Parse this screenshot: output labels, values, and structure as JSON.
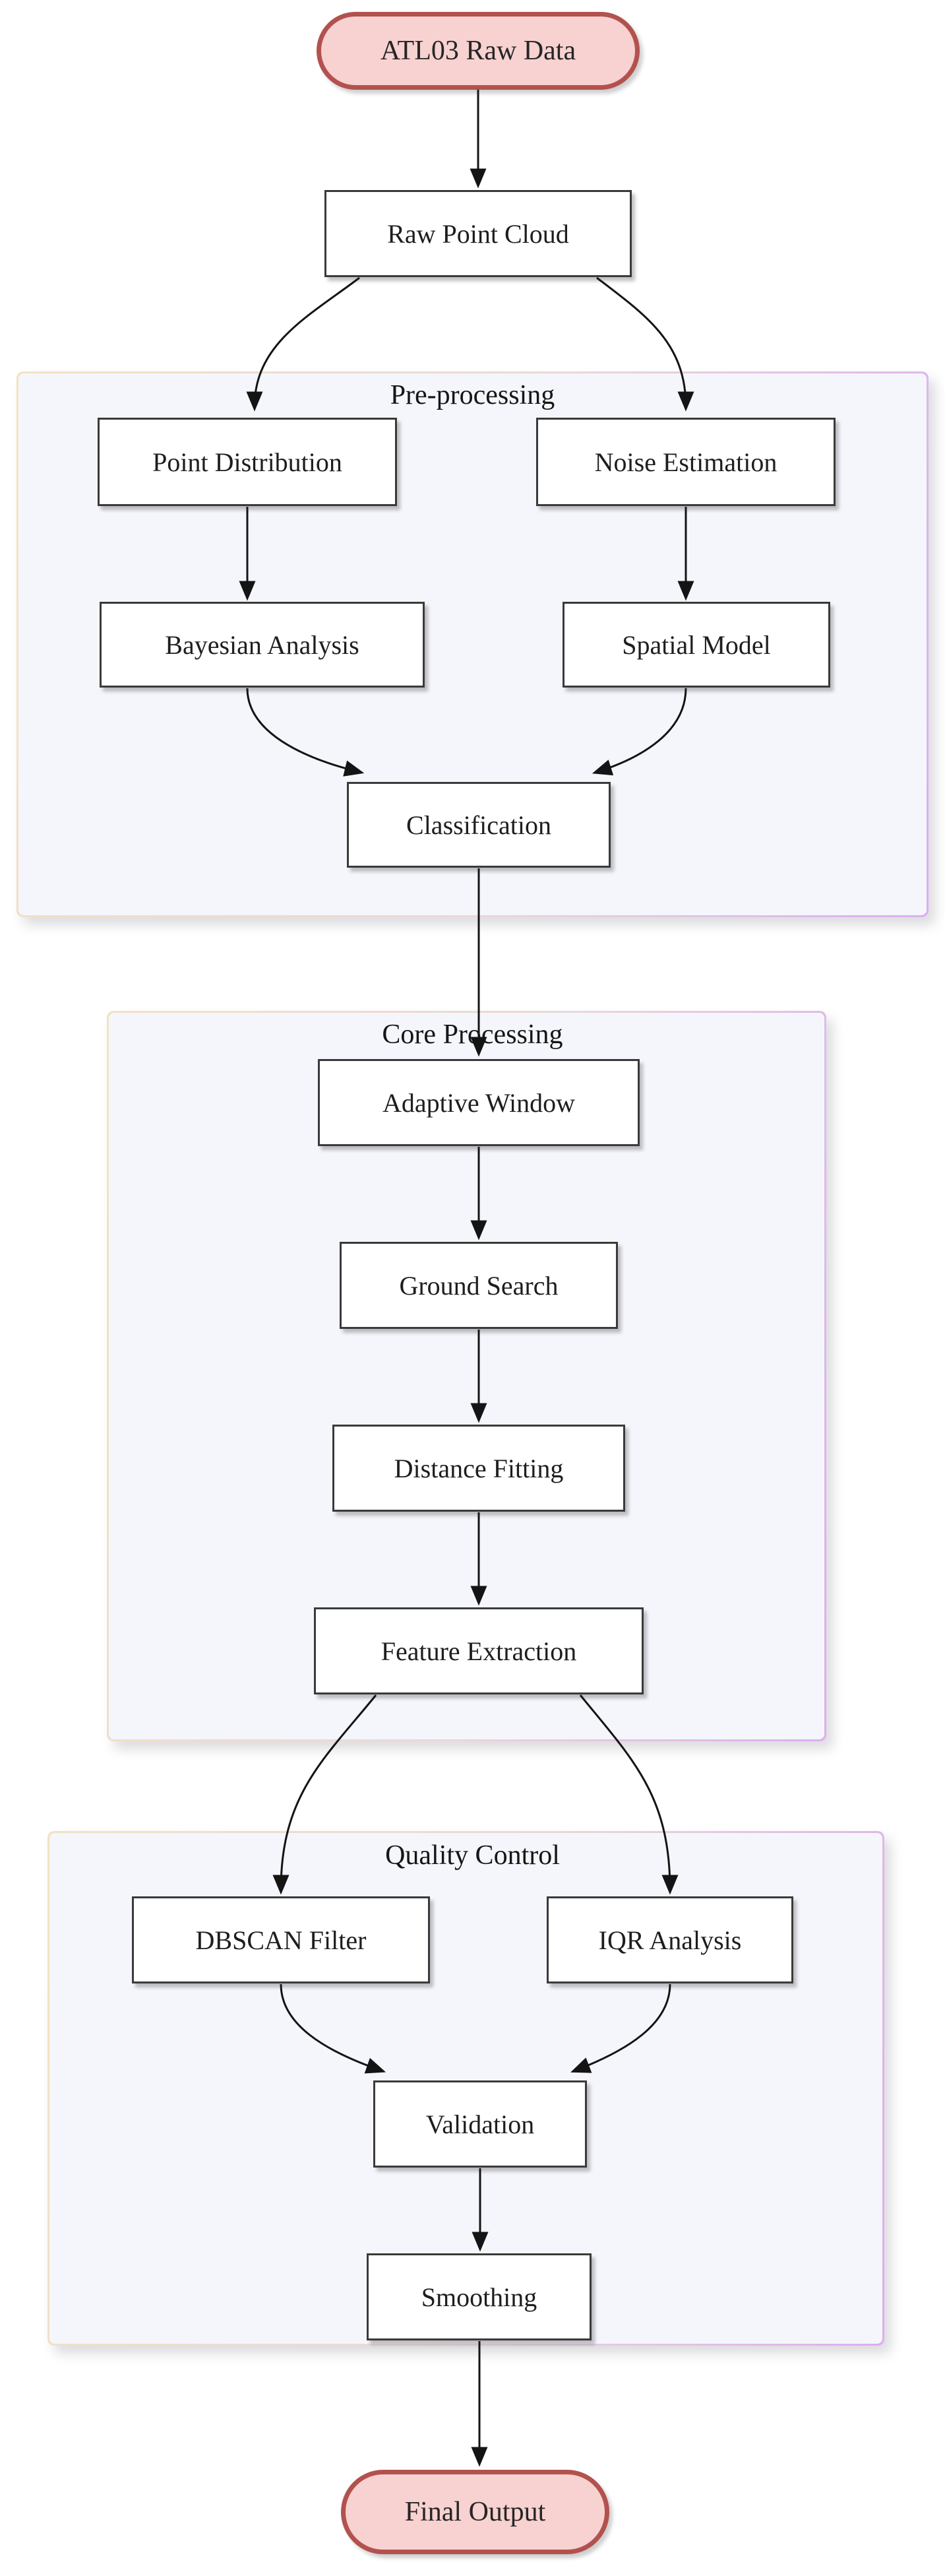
{
  "flowchart": {
    "start": "ATL03 Raw Data",
    "raw_point_cloud": "Raw Point Cloud",
    "sections": {
      "pre": {
        "title": "Pre-processing"
      },
      "core": {
        "title": "Core Processing"
      },
      "qc": {
        "title": "Quality Control"
      }
    },
    "nodes": {
      "point_distribution": "Point Distribution",
      "noise_estimation": "Noise Estimation",
      "bayesian_analysis": "Bayesian Analysis",
      "spatial_model": "Spatial Model",
      "classification": "Classification",
      "adaptive_window": "Adaptive Window",
      "ground_search": "Ground Search",
      "distance_fitting": "Distance Fitting",
      "feature_extraction": "Feature Extraction",
      "dbscan_filter": "DBSCAN Filter",
      "iqr_analysis": "IQR Analysis",
      "validation": "Validation",
      "smoothing": "Smoothing"
    },
    "end": "Final Output",
    "edges": [
      {
        "from": "ATL03 Raw Data",
        "to": "Raw Point Cloud"
      },
      {
        "from": "Raw Point Cloud",
        "to": "Point Distribution"
      },
      {
        "from": "Raw Point Cloud",
        "to": "Noise Estimation"
      },
      {
        "from": "Point Distribution",
        "to": "Bayesian Analysis"
      },
      {
        "from": "Noise Estimation",
        "to": "Spatial Model"
      },
      {
        "from": "Bayesian Analysis",
        "to": "Classification"
      },
      {
        "from": "Spatial Model",
        "to": "Classification"
      },
      {
        "from": "Classification",
        "to": "Adaptive Window"
      },
      {
        "from": "Adaptive Window",
        "to": "Ground Search"
      },
      {
        "from": "Ground Search",
        "to": "Distance Fitting"
      },
      {
        "from": "Distance Fitting",
        "to": "Feature Extraction"
      },
      {
        "from": "Feature Extraction",
        "to": "DBSCAN Filter"
      },
      {
        "from": "Feature Extraction",
        "to": "IQR Analysis"
      },
      {
        "from": "DBSCAN Filter",
        "to": "Validation"
      },
      {
        "from": "IQR Analysis",
        "to": "Validation"
      },
      {
        "from": "Validation",
        "to": "Smoothing"
      },
      {
        "from": "Smoothing",
        "to": "Final Output"
      }
    ],
    "colors": {
      "terminal_fill": "#f8d1d1",
      "terminal_border": "#b2524e",
      "node_fill": "#ffffff",
      "node_border": "#3a3a3a",
      "section_fill": "#f5f6fc",
      "section_border_left": "#f2e2c3",
      "section_border_right": "#dcaeef",
      "arrow": "#141414"
    }
  }
}
